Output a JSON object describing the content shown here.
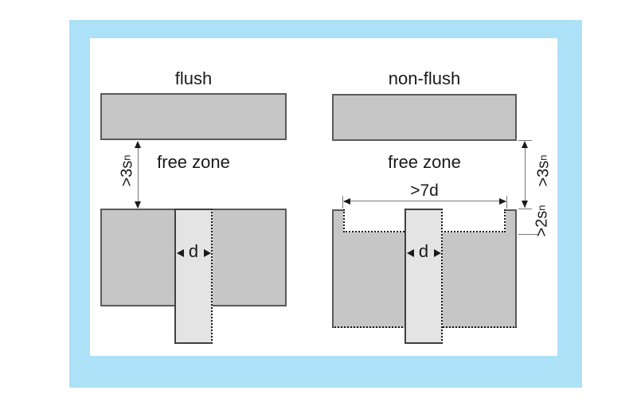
{
  "colors": {
    "frame": "#ade1f7",
    "panel": "#ffffff",
    "metal": "#c6c6c6",
    "metal_border": "#595959",
    "sensor": "#e4e4e4",
    "sensor_border": "#3f3f3f",
    "dim": "#787878",
    "ink": "#1a1a1a"
  },
  "flush": {
    "title": "flush",
    "free_zone": "free zone",
    "clearance_prefix": ">3s",
    "clearance_sub": "n",
    "diameter": "d"
  },
  "non_flush": {
    "title": "non-flush",
    "free_zone": "free zone",
    "clearance_prefix": ">3s",
    "clearance_sub": "n",
    "recess_depth_prefix": ">2s",
    "recess_depth_sub": "n",
    "recess_width": ">7d",
    "diameter": "d"
  }
}
